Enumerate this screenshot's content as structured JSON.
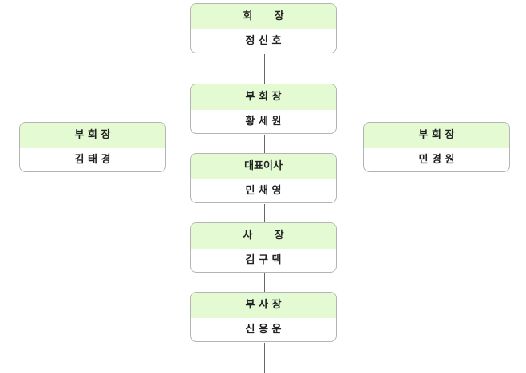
{
  "chart_nodes": [
    {
      "title": "회      장",
      "name": "정 신 호"
    },
    {
      "title": "부 회 장",
      "name": "황 세 원"
    },
    {
      "title": "대표이사",
      "name": "민 채 영"
    },
    {
      "title": "사      장",
      "name": "김 구 택"
    },
    {
      "title": "부 사 장",
      "name": "신 용 운"
    }
  ],
  "left_node": {
    "title": "부 회 장",
    "name": "김 태 경"
  },
  "right_node": {
    "title": "부 회 장",
    "name": "민 경 원"
  }
}
